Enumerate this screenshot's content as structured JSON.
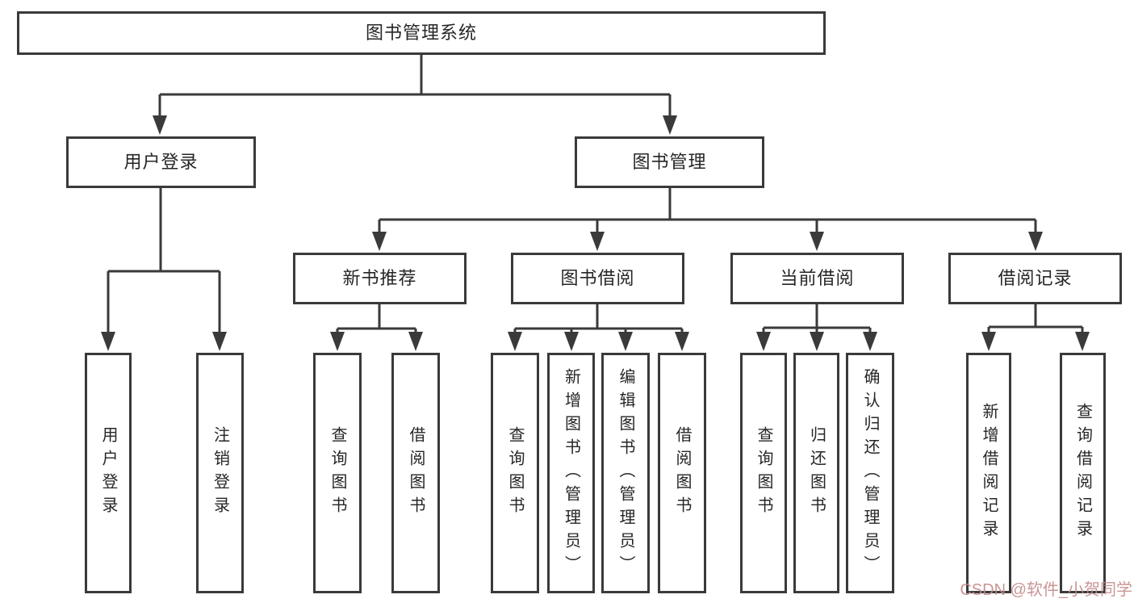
{
  "diagram_title": "图书管理系统",
  "diagram_type": "hierarchy-tree",
  "colors": {
    "line": "#3a3a3a",
    "box_border": "#3a3a3a",
    "box_background": "#ffffff",
    "text": "#262626",
    "watermark": "#c48a8a",
    "page_background": "#ffffff"
  },
  "watermark": {
    "text": "CSDN @软件_小贺同学"
  },
  "nodes": {
    "root": "图书管理系统",
    "level2": {
      "userLogin": "用户登录",
      "bookMgmt": "图书管理"
    },
    "level3": {
      "newBookRec": "新书推荐",
      "bookBorrow": "图书借阅",
      "currentBorrow": "当前借阅",
      "borrowRecords": "借阅记录"
    },
    "leaves": {
      "userLogin": {
        "login": "用户登录",
        "logout": "注销登录"
      },
      "newBookRec": {
        "query": "查询图书",
        "borrow": "借阅图书"
      },
      "bookBorrow": {
        "query": "查询图书",
        "add": "新增图书（管理员）",
        "edit": "编辑图书（管理员）",
        "borrow": "借阅图书"
      },
      "currentBorrow": {
        "query": "查询图书",
        "return": "归还图书",
        "confirm": "确认归还（管理员）"
      },
      "borrowRecords": {
        "add": "新增借阅记录",
        "query": "查询借阅记录"
      }
    }
  }
}
